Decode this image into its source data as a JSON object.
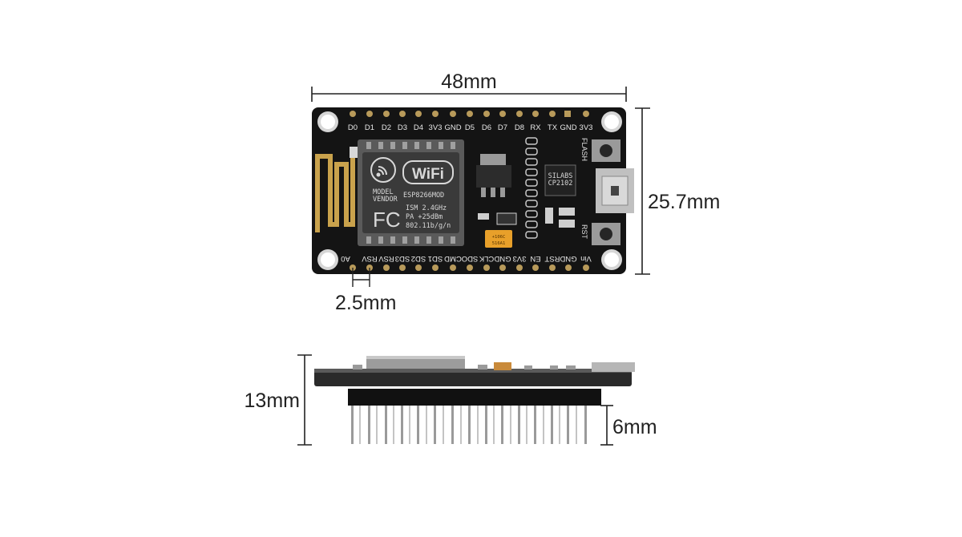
{
  "dimensions": {
    "width": "48mm",
    "height": "25.7mm",
    "pitch": "2.5mm",
    "thickness": "13mm",
    "pin_length": "6mm"
  },
  "pins": {
    "top": [
      "D0",
      "D1",
      "D2",
      "D3",
      "D4",
      "3V3",
      "GND",
      "D5",
      "D6",
      "D7",
      "D8",
      "RX",
      "TX",
      "GND",
      "3V3"
    ],
    "bottom": [
      "A0",
      "RSV",
      "RSV",
      "SD3",
      "SD2",
      "SD1",
      "CMD",
      "SDO",
      "CLK",
      "GND",
      "3V3",
      "EN",
      "RST",
      "GND",
      "Vin"
    ]
  },
  "module": {
    "wifi_logo": "WiFi",
    "model_line1": "MODEL",
    "model_line2": "VENDOR",
    "model_name": "ESP8266MOD",
    "fcc_mark": "FC",
    "spec_1": "ISM 2.4GHz",
    "spec_2": "PA +25dBm",
    "spec_3": "802.11b/g/n"
  },
  "board": {
    "flash_label": "FLASH",
    "rst_label": "RST",
    "usb_chip_text_1": "SILABS",
    "usb_chip_text_2": "CP2102",
    "cap_text_1": "+106C",
    "cap_text_2": "516A1"
  },
  "colors": {
    "pcb": "#141414",
    "pin_gold": "#b89a5a",
    "antenna": "#c9a24c",
    "capacitor": "#e8a02a",
    "pin_silver": "#9a9a9a",
    "dim_line": "#222222"
  }
}
